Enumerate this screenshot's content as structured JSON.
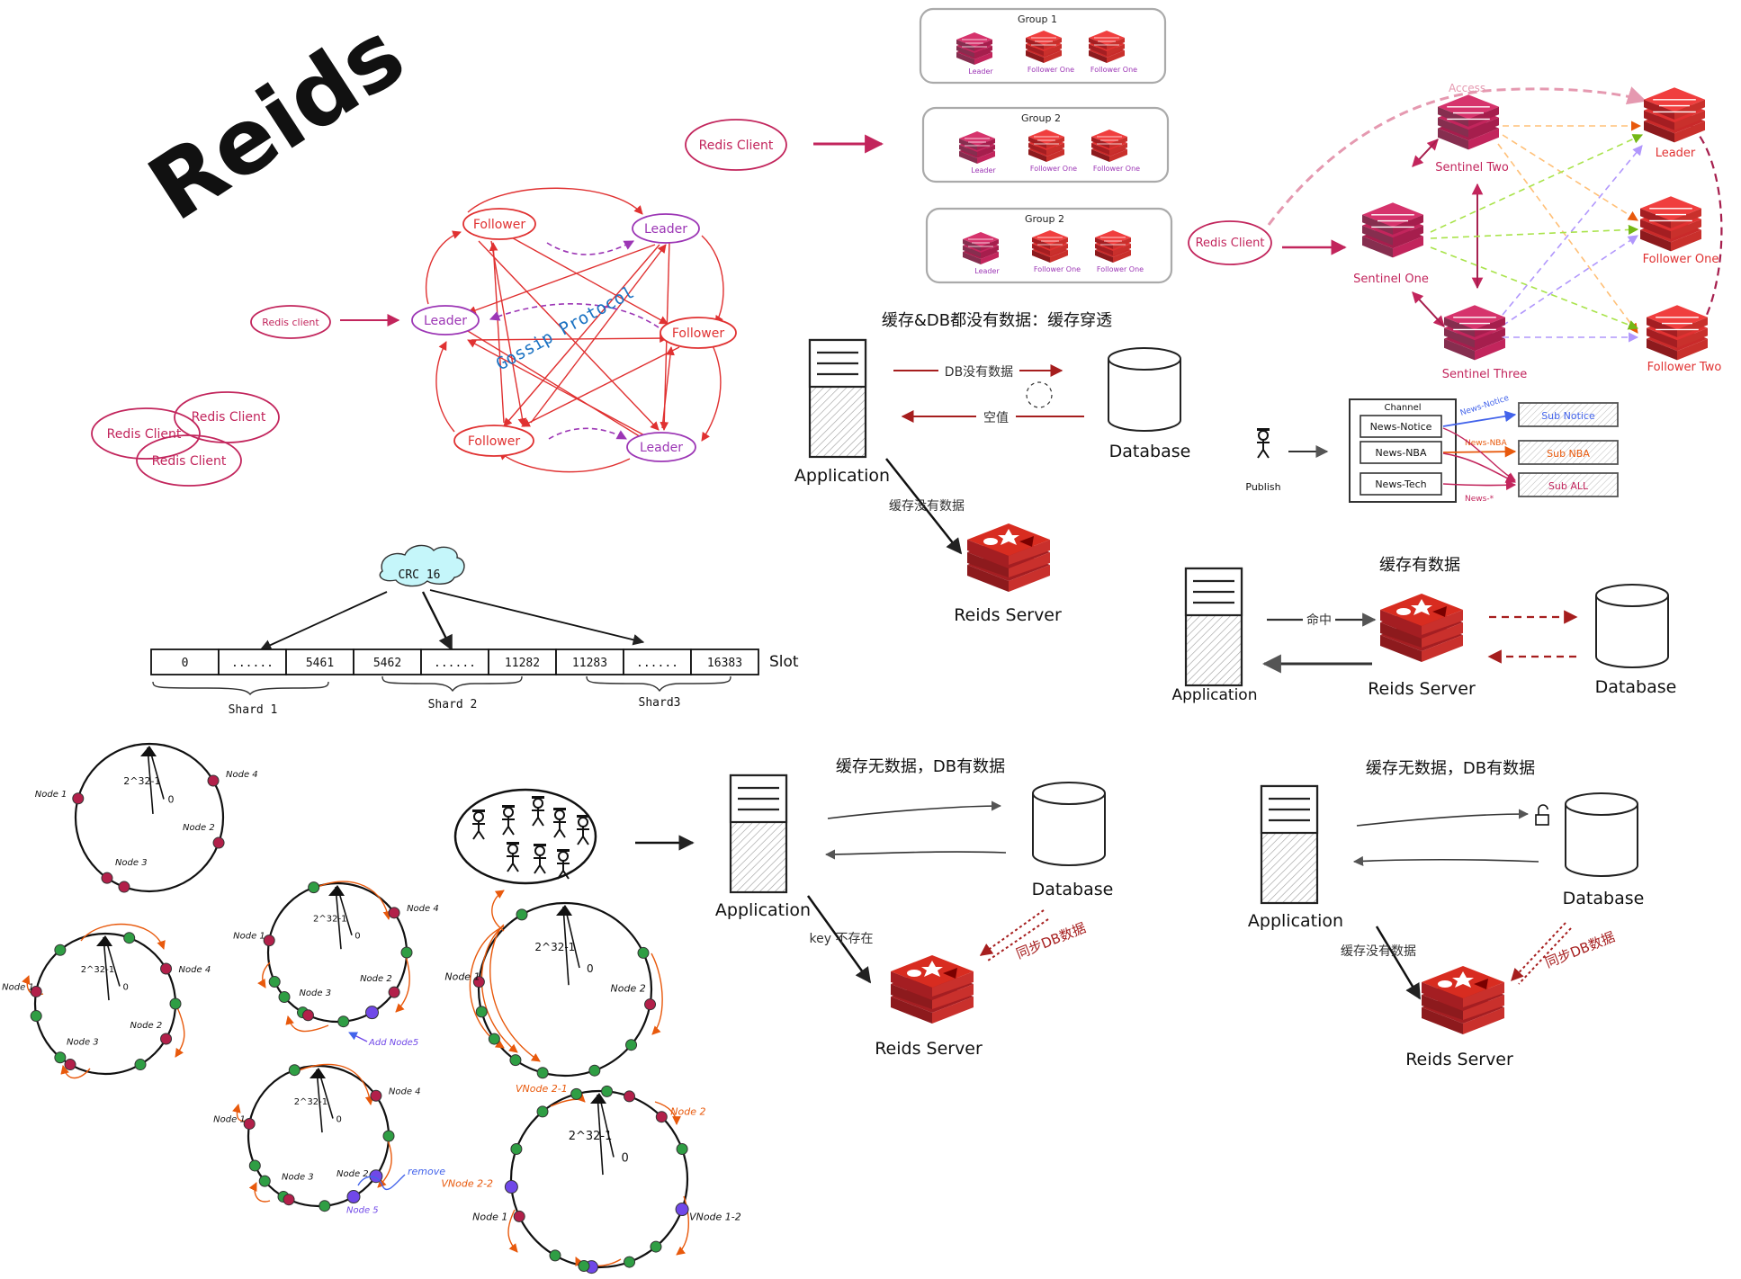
{
  "title": "Reids",
  "client_label": "Redis Client",
  "client_label_small": "Redis client",
  "roles": {
    "leader": "Leader",
    "follower": "Follower",
    "follower_one": "Follower One",
    "follower_two": "Follower Two"
  },
  "gossip_label": "Gossip Protocol",
  "groups": [
    "Group 1",
    "Group 2",
    "Group 2"
  ],
  "sentinel": {
    "access": "Access",
    "one": "Sentinel One",
    "two": "Sentinel Two",
    "three": "Sentinel Three"
  },
  "cache_penetration": {
    "title": "缓存&DB都没有数据：缓存穿透",
    "db_no_data": "DB没有数据",
    "null_value": "空值",
    "cache_no_data": "缓存没有数据"
  },
  "labels": {
    "application": "Application",
    "database": "Database",
    "redis_server": "Reids Server",
    "publish": "Publish"
  },
  "pubsub": {
    "channel": "Channel",
    "channels": [
      "News-Notice",
      "News-NBA",
      "News-Tech"
    ],
    "subs": [
      "Sub Notice",
      "Sub NBA",
      "Sub ALL"
    ],
    "arrow_labels": [
      "News-Notice",
      "News-NBA",
      "News-*"
    ]
  },
  "crc": {
    "label": "CRC 16",
    "slot_label": "Slot",
    "cells": [
      "0",
      "......",
      "5461",
      "5462",
      "......",
      "11282",
      "11283",
      "......",
      "16383"
    ],
    "shards": [
      "Shard 1",
      "Shard 2",
      "Shard3"
    ]
  },
  "cache_hit": {
    "title": "缓存有数据",
    "hit": "命中"
  },
  "cache_miss_1": {
    "title": "缓存无数据，DB有数据",
    "key_missing": "key 不存在",
    "sync": "同步DB数据"
  },
  "cache_miss_2": {
    "title": "缓存无数据，DB有数据",
    "cache_no_data": "缓存没有数据",
    "sync": "同步DB数据"
  },
  "hash_ring": {
    "top": "2^32-1",
    "zero": "0",
    "nodes": [
      "Node 1",
      "Node 2",
      "Node 3",
      "Node 4"
    ],
    "add": "Add Node5",
    "remove": "remove",
    "node5": "Node 5",
    "vnodes": [
      "VNode 2-1",
      "Node 2",
      "VNode 2-2",
      "Node 1",
      "VNode 1-2",
      "VNode 1-1"
    ]
  },
  "colors": {
    "redis": "#c9302c",
    "client": "#c2255c",
    "leader": "#9c36b5",
    "follower": "#e03131",
    "orange": "#e8590c",
    "green": "#2f9e44",
    "purple": "#7048e8",
    "gossip": "#1971c2"
  }
}
